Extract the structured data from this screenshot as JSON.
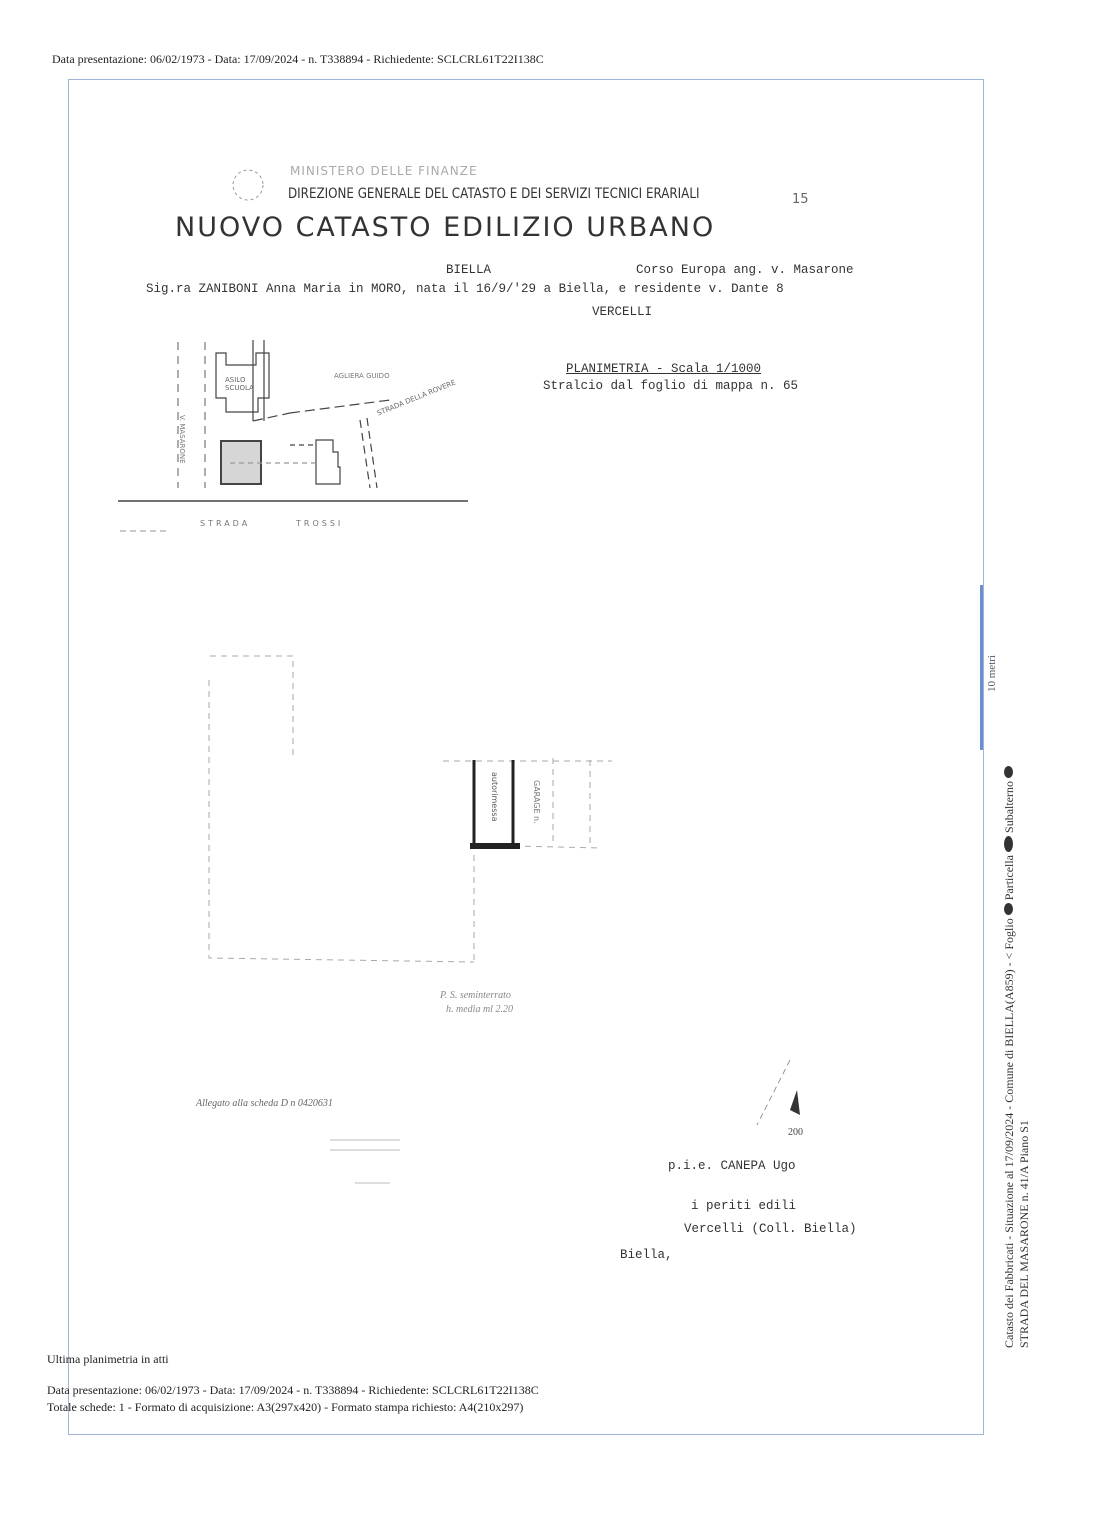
{
  "top_header": "Data presentazione: 06/02/1973 - Data: 17/09/2024 - n. T338894 - Richiedente: SCLCRL61T22I138C",
  "letterhead": {
    "ministry": "MINISTERO DELLE FINANZE",
    "direction": "DIREZIONE GENERALE DEL CATASTO E DEI SERVIZI TECNICI ERARIALI",
    "form_number": "15",
    "title": "NUOVO CATASTO EDILIZIO URBANO"
  },
  "property": {
    "comune": "BIELLA",
    "address": "Corso Europa ang. v. Masarone",
    "owner_line": "Sig.ra ZANIBONI Anna Maria in MORO, nata il 16/9/'29 a Biella, e residente v. Dante 8",
    "province": "VERCELLI"
  },
  "site_map": {
    "title": "PLANIMETRIA - Scala 1/1000",
    "subtitle": "Stralcio dal foglio di mappa n. 65",
    "labels": {
      "street_left": "V. MASARONE",
      "building": "ASILO SCUOLA",
      "neighbor": "AGLIERA GUIDO",
      "road_diagonal": "STRADA DELLA ROVERE",
      "road_bottom_1": "STRADA",
      "road_bottom_2": "TROSSI"
    }
  },
  "floor_plan": {
    "room_1": "autorimessa",
    "room_2": "GARAGE n.",
    "level_note_1": "P. S. seminterrato",
    "level_note_2": "h. media ml 2.20"
  },
  "annotations": {
    "allegato": "Allegato alla scheda D n 0420631",
    "scale_200": "200",
    "surveyor": "p.i.e. CANEPA Ugo",
    "periti": "i periti edili",
    "collegio": "Vercelli (Coll. Biella)",
    "place": "Biella,"
  },
  "side_panel": {
    "scale_bar": "10 metri",
    "line1": "Catasto dei Fabbricati - Situazione al 17/09/2024 - Comune di BIELLA(A859) - < Foglio",
    "particella": "Particella",
    "subalterno": "Subalterno",
    "line2": "STRADA DEL MASARONE n. 41/A Piano S1"
  },
  "footer": {
    "ultima": "Ultima planimetria in atti",
    "line1": "Data presentazione: 06/02/1973 - Data: 17/09/2024 - n. T338894 - Richiedente: SCLCRL61T22I138C",
    "line2": "Totale schede: 1 - Formato di acquisizione: A3(297x420)  - Formato stampa richiesto: A4(210x297)"
  },
  "colors": {
    "frame": "#9fb4d6",
    "ink": "#222222"
  }
}
